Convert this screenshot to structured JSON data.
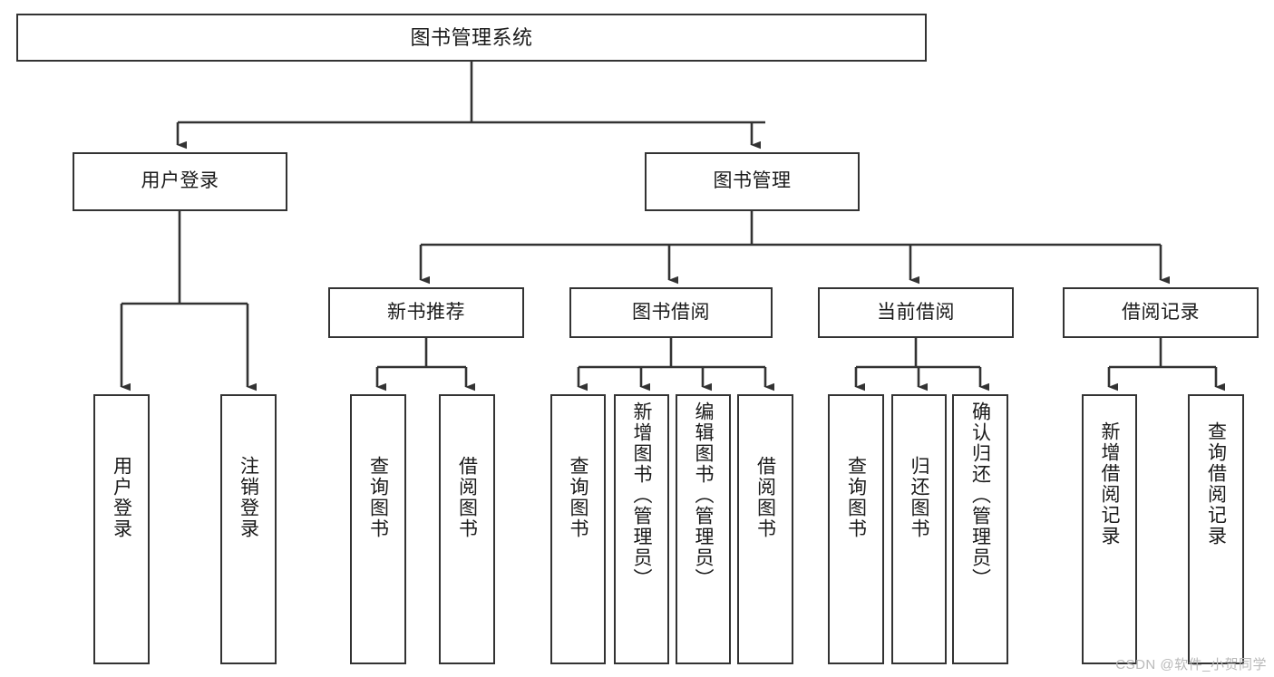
{
  "diagram": {
    "title": "图书管理系统",
    "type": "功能结构图",
    "watermark": "CSDN @软件_小贺同学",
    "colors": {
      "node_border": "#333333",
      "node_fill": "#ffffff",
      "edge": "#333333",
      "text": "#1a1a1a",
      "watermark": "#b9b9b9",
      "background": "#ffffff"
    },
    "nodes": {
      "root": {
        "label": "图书管理系统"
      },
      "level1": [
        {
          "id": "user-login",
          "label": "用户登录"
        },
        {
          "id": "book-manage",
          "label": "图书管理"
        }
      ],
      "level2": [
        {
          "id": "new-book-recommend",
          "label": "新书推荐"
        },
        {
          "id": "book-borrow",
          "label": "图书借阅"
        },
        {
          "id": "current-borrow",
          "label": "当前借阅"
        },
        {
          "id": "borrow-record",
          "label": "借阅记录"
        }
      ],
      "leaves": {
        "user_login": [
          {
            "id": "leaf-user-login",
            "label": "用户登录"
          },
          {
            "id": "leaf-logout",
            "label": "注销登录"
          }
        ],
        "new_book_recommend": [
          {
            "id": "leaf-query-book-1",
            "label": "查询图书"
          },
          {
            "id": "leaf-borrow-book-1",
            "label": "借阅图书"
          }
        ],
        "book_borrow": [
          {
            "id": "leaf-query-book-2",
            "label": "查询图书"
          },
          {
            "id": "leaf-add-book",
            "label": "新增图书（管理员）"
          },
          {
            "id": "leaf-edit-book",
            "label": "编辑图书（管理员）"
          },
          {
            "id": "leaf-borrow-book-2",
            "label": "借阅图书"
          }
        ],
        "current_borrow": [
          {
            "id": "leaf-query-book-3",
            "label": "查询图书"
          },
          {
            "id": "leaf-return-book",
            "label": "归还图书"
          },
          {
            "id": "leaf-confirm-return",
            "label": "确认归还（管理员）"
          }
        ],
        "borrow_record": [
          {
            "id": "leaf-add-record",
            "label": "新增借阅记录"
          },
          {
            "id": "leaf-query-record",
            "label": "查询借阅记录"
          }
        ]
      }
    }
  }
}
